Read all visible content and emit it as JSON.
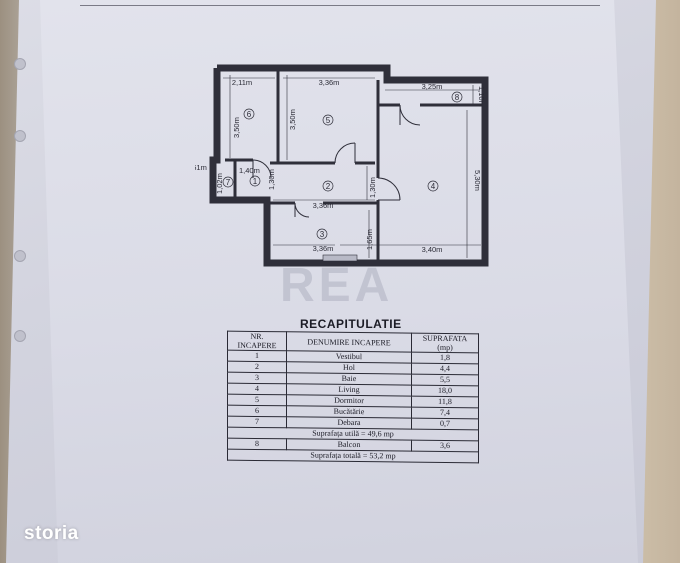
{
  "plan": {
    "dims": {
      "d_2_11": "2,11m",
      "d_3_36_top": "3,36m",
      "d_3_25": "3,25m",
      "d_1_10": "1,10m",
      "d_3_50_left": "3,50m",
      "d_3_50_mid": "3,50m",
      "d_5_30": "5,30m",
      "d_0_61": "0,61m",
      "d_1_40": "1,40m",
      "d_1_02": "1,02m",
      "d_1_30_left": "1,30m",
      "d_1_30_right": "1,30m",
      "d_3_36_mid": "3,36m",
      "d_1_65": "1,65m",
      "d_3_36_bottom": "3,36m",
      "d_3_40": "3,40m"
    },
    "rooms": [
      "1",
      "2",
      "3",
      "4",
      "5",
      "6",
      "7",
      "8"
    ]
  },
  "watermark": "REA",
  "table": {
    "title": "RECAPITULATIE",
    "headers": {
      "nr": "NR. INCAPERE",
      "name": "DENUMIRE INCAPERE",
      "area": "SUPRAFATA (mp)"
    },
    "rows": [
      {
        "nr": "1",
        "name": "Vestibul",
        "area": "1,8"
      },
      {
        "nr": "2",
        "name": "Hol",
        "area": "4,4"
      },
      {
        "nr": "3",
        "name": "Baie",
        "area": "5,5"
      },
      {
        "nr": "4",
        "name": "Living",
        "area": "18,0"
      },
      {
        "nr": "5",
        "name": "Dormitor",
        "area": "11,8"
      },
      {
        "nr": "6",
        "name": "Bucătărie",
        "area": "7,4"
      },
      {
        "nr": "7",
        "name": "Debara",
        "area": "0,7"
      }
    ],
    "useful": "Suprafața utilă = 49,6 mp",
    "balcony": {
      "nr": "8",
      "name": "Balcon",
      "area": "3,6"
    },
    "total": "Suprafața totală = 53,2 mp"
  },
  "logo": "storia"
}
